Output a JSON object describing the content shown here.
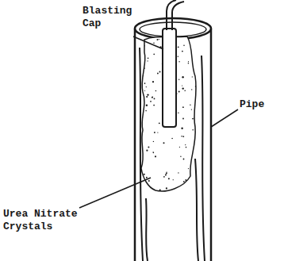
{
  "diagram": {
    "labels": [
      "Blasting Cap",
      "Urea Nitrate Crystals",
      "Pipe"
    ]
  }
}
